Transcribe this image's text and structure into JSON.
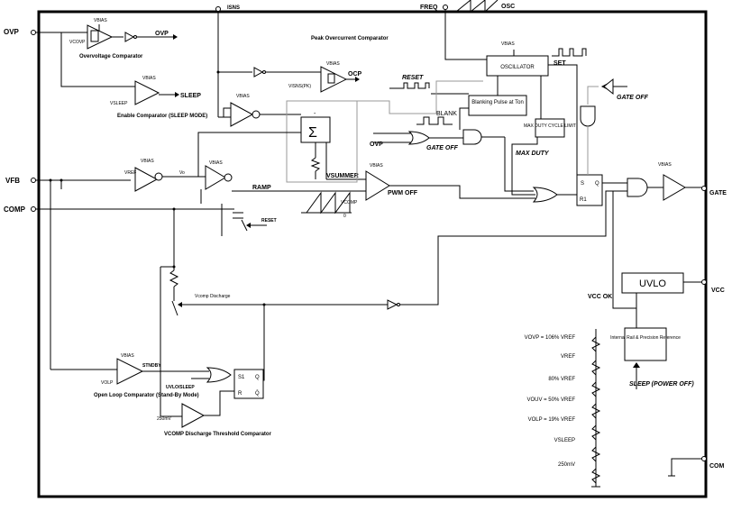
{
  "pins": {
    "ovp": "OVP",
    "isns": "ISNS",
    "freq": "FREQ",
    "osc": "OSC",
    "vfb": "VFB",
    "comp": "COMP",
    "gate": "GATE",
    "vcc": "VCC",
    "com": "COM"
  },
  "labels": {
    "ovp_out": "OVP",
    "sleep_out": "SLEEP",
    "ocp": "OCP",
    "reset": "RESET",
    "set": "SET",
    "gate_off_1": "GATE OFF",
    "blank": "BLANK",
    "gate_off_2": "GATE OFF",
    "ovp_mid": "OVP",
    "max_duty": "MAX DUTY",
    "ramp": "RAMP",
    "vsummer": "VSUMMER",
    "pwm_off": "PWM OFF",
    "reset2": "RESET",
    "vcomp": "VCOMP",
    "zero": "0",
    "vcomp_discharge": "Vcomp Discharge",
    "stndby": "STNDBY",
    "uvlo_sleep": "UVLO/SLEEP",
    "vcc_ok": "VCC OK",
    "sleep_power_off": "SLEEP (POWER OFF)",
    "mv250": "250mV",
    "vbias": "VBIAS",
    "vcovp": "VCOVP",
    "vsleep": "VSLEEP",
    "vref": "VREF",
    "volp": "VOLP",
    "visns": "VISNS(PK)",
    "vo": "Vo",
    "sigma": "Σ",
    "minus": "-"
  },
  "blocks": {
    "oscillator": "OSCILLATOR",
    "blanking": "Blanking Pulse at Ton",
    "max_duty_limit": "MAX DUTY CYCLE LIMIT",
    "uvlo": "UVLO",
    "internal_rail": "Internal Rail & Precision Reference",
    "sr1_s": "S",
    "sr1_q": "Q",
    "sr1_r": "R1",
    "sr2_s": "S1",
    "sr2_q": "Q",
    "sr2_r": "R",
    "sr2_qbar": "Q̄"
  },
  "captions": {
    "ovp_comp": "Overvoltage Comparator",
    "enable_comp": "Enable Comparator (SLEEP MODE)",
    "peak_oc": "Peak Overcurrent Comparator",
    "open_loop": "Open Loop Comparator (Stand-By Mode)",
    "vcomp_dis": "VCOMP Discharge Threshold Comparator"
  },
  "divider": [
    "VOVP = 106% VREF",
    "VREF",
    "80% VREF",
    "VOUV = 50% VREF",
    "VOLP = 19% VREF",
    "VSLEEP",
    "250mV"
  ]
}
